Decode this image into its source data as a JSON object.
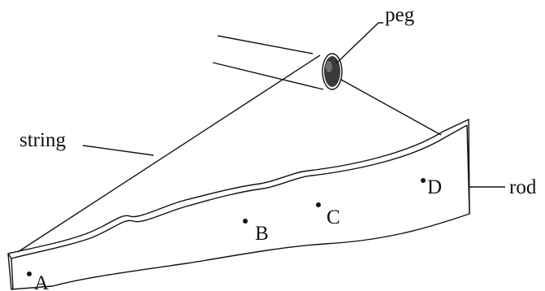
{
  "diagram": {
    "labels": {
      "peg": "peg",
      "string": "string",
      "rod": "rod",
      "point_a": "A",
      "point_b": "B",
      "point_c": "C",
      "point_d": "D"
    }
  }
}
